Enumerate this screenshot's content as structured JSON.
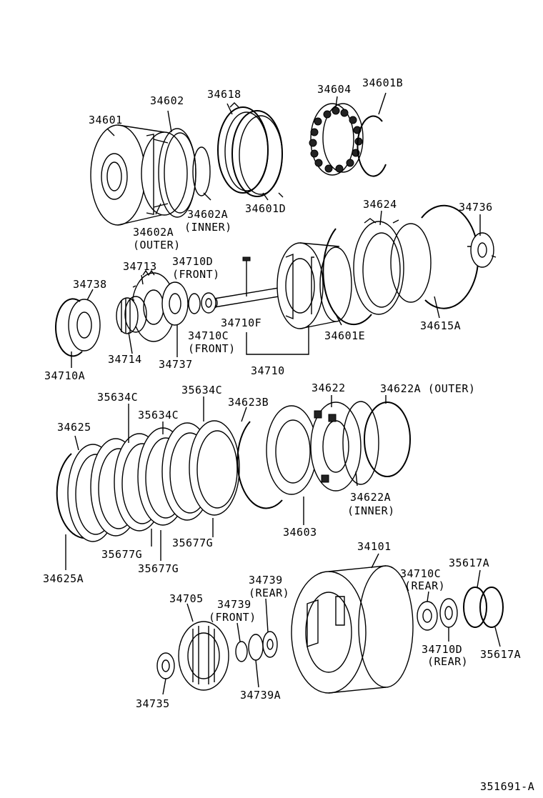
{
  "parts": [
    "34601",
    "34602",
    "34618",
    "34604",
    "34601B",
    "34602A",
    "(INNER)",
    "34602A",
    "(OUTER)",
    "34601D",
    "34624",
    "34736",
    "34713",
    "34710D",
    "(FRONT)",
    "34738",
    "34710F",
    "34710C",
    "(FRONT)",
    "34601E",
    "34615A",
    "34714",
    "34737",
    "34710A",
    "34710",
    "35634C",
    "35634C",
    "34623B",
    "34622",
    "34622A (OUTER)",
    "34625",
    "35634C",
    "34622A",
    "(INNER)",
    "34603",
    "35677G",
    "35677G",
    "35677G",
    "34625A",
    "34101",
    "34710C",
    "(REAR)",
    "35617A",
    "34739",
    "(REAR)",
    "34705",
    "34739",
    "(FRONT)",
    "34710D",
    "(REAR)",
    "35617A",
    "34735",
    "34739A"
  ],
  "diagram_id": "351691-A"
}
